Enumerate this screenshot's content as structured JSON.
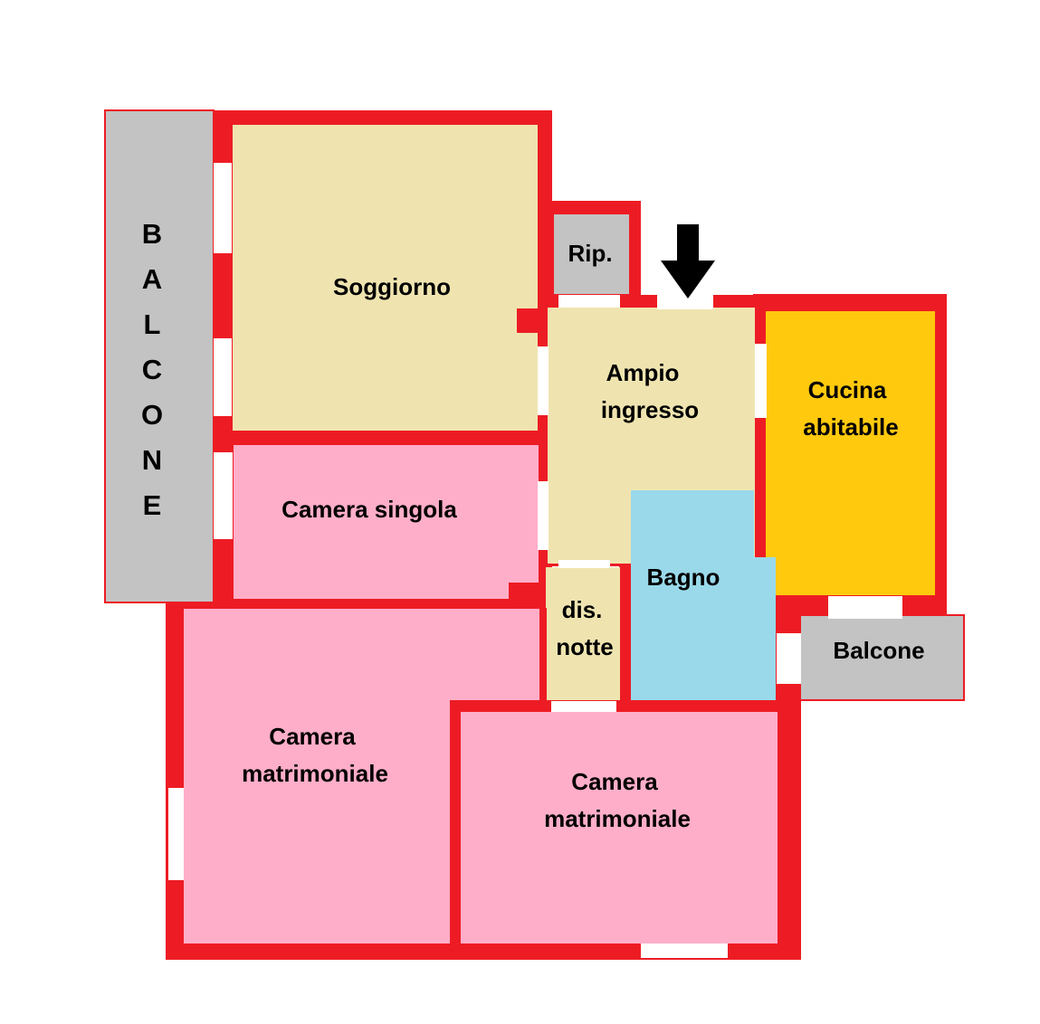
{
  "plan": {
    "colors": {
      "wall": "#ED1C24",
      "living": "#EFE4B0",
      "bedroom": "#FFAEC9",
      "kitchen": "#FFC90E",
      "bath": "#99D9EA",
      "balcony": "#C3C3C3",
      "opening": "#FFFFFF",
      "arrow": "#000000"
    },
    "rooms": {
      "balcone_left": "BALCONE",
      "soggiorno": "Soggiorno",
      "ripostiglio": "Rip.",
      "ingresso_line1": "Ampio",
      "ingresso_line2": "ingresso",
      "cucina_line1": "Cucina",
      "cucina_line2": "abitabile",
      "camera_singola": "Camera singola",
      "disimpegno_line1": "dis.",
      "disimpegno_line2": "notte",
      "bagno": "Bagno",
      "balcone_right": "Balcone",
      "matrimoniale_left_line1": "Camera",
      "matrimoniale_left_line2": "matrimoniale",
      "matrimoniale_right_line1": "Camera",
      "matrimoniale_right_line2": "matrimoniale"
    },
    "entrance_marker": "down-arrow-icon"
  }
}
